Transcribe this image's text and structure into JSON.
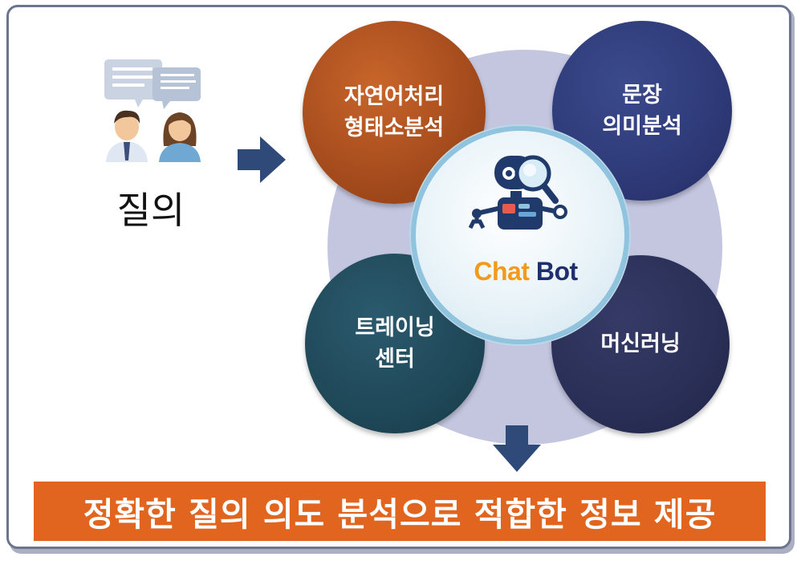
{
  "query": {
    "label": "질의"
  },
  "nodes": {
    "top_left": {
      "line1": "자연어처리",
      "line2": "형태소분석"
    },
    "top_right": {
      "line1": "문장",
      "line2": "의미분석"
    },
    "bottom_left": {
      "line1": "트레이닝",
      "line2": "센터"
    },
    "bottom_right": {
      "line1": "머신러닝"
    }
  },
  "center": {
    "logo_part1": "Chat",
    "logo_part2": "Bot"
  },
  "result": {
    "text": "정확한 질의 의도 분석으로 적합한 정보 제공"
  },
  "colors": {
    "orange": "#e2651f",
    "navy_arrow": "#2f4a78",
    "center_ring": "#8fc3de",
    "bg_circle": "#c4c6e0"
  }
}
